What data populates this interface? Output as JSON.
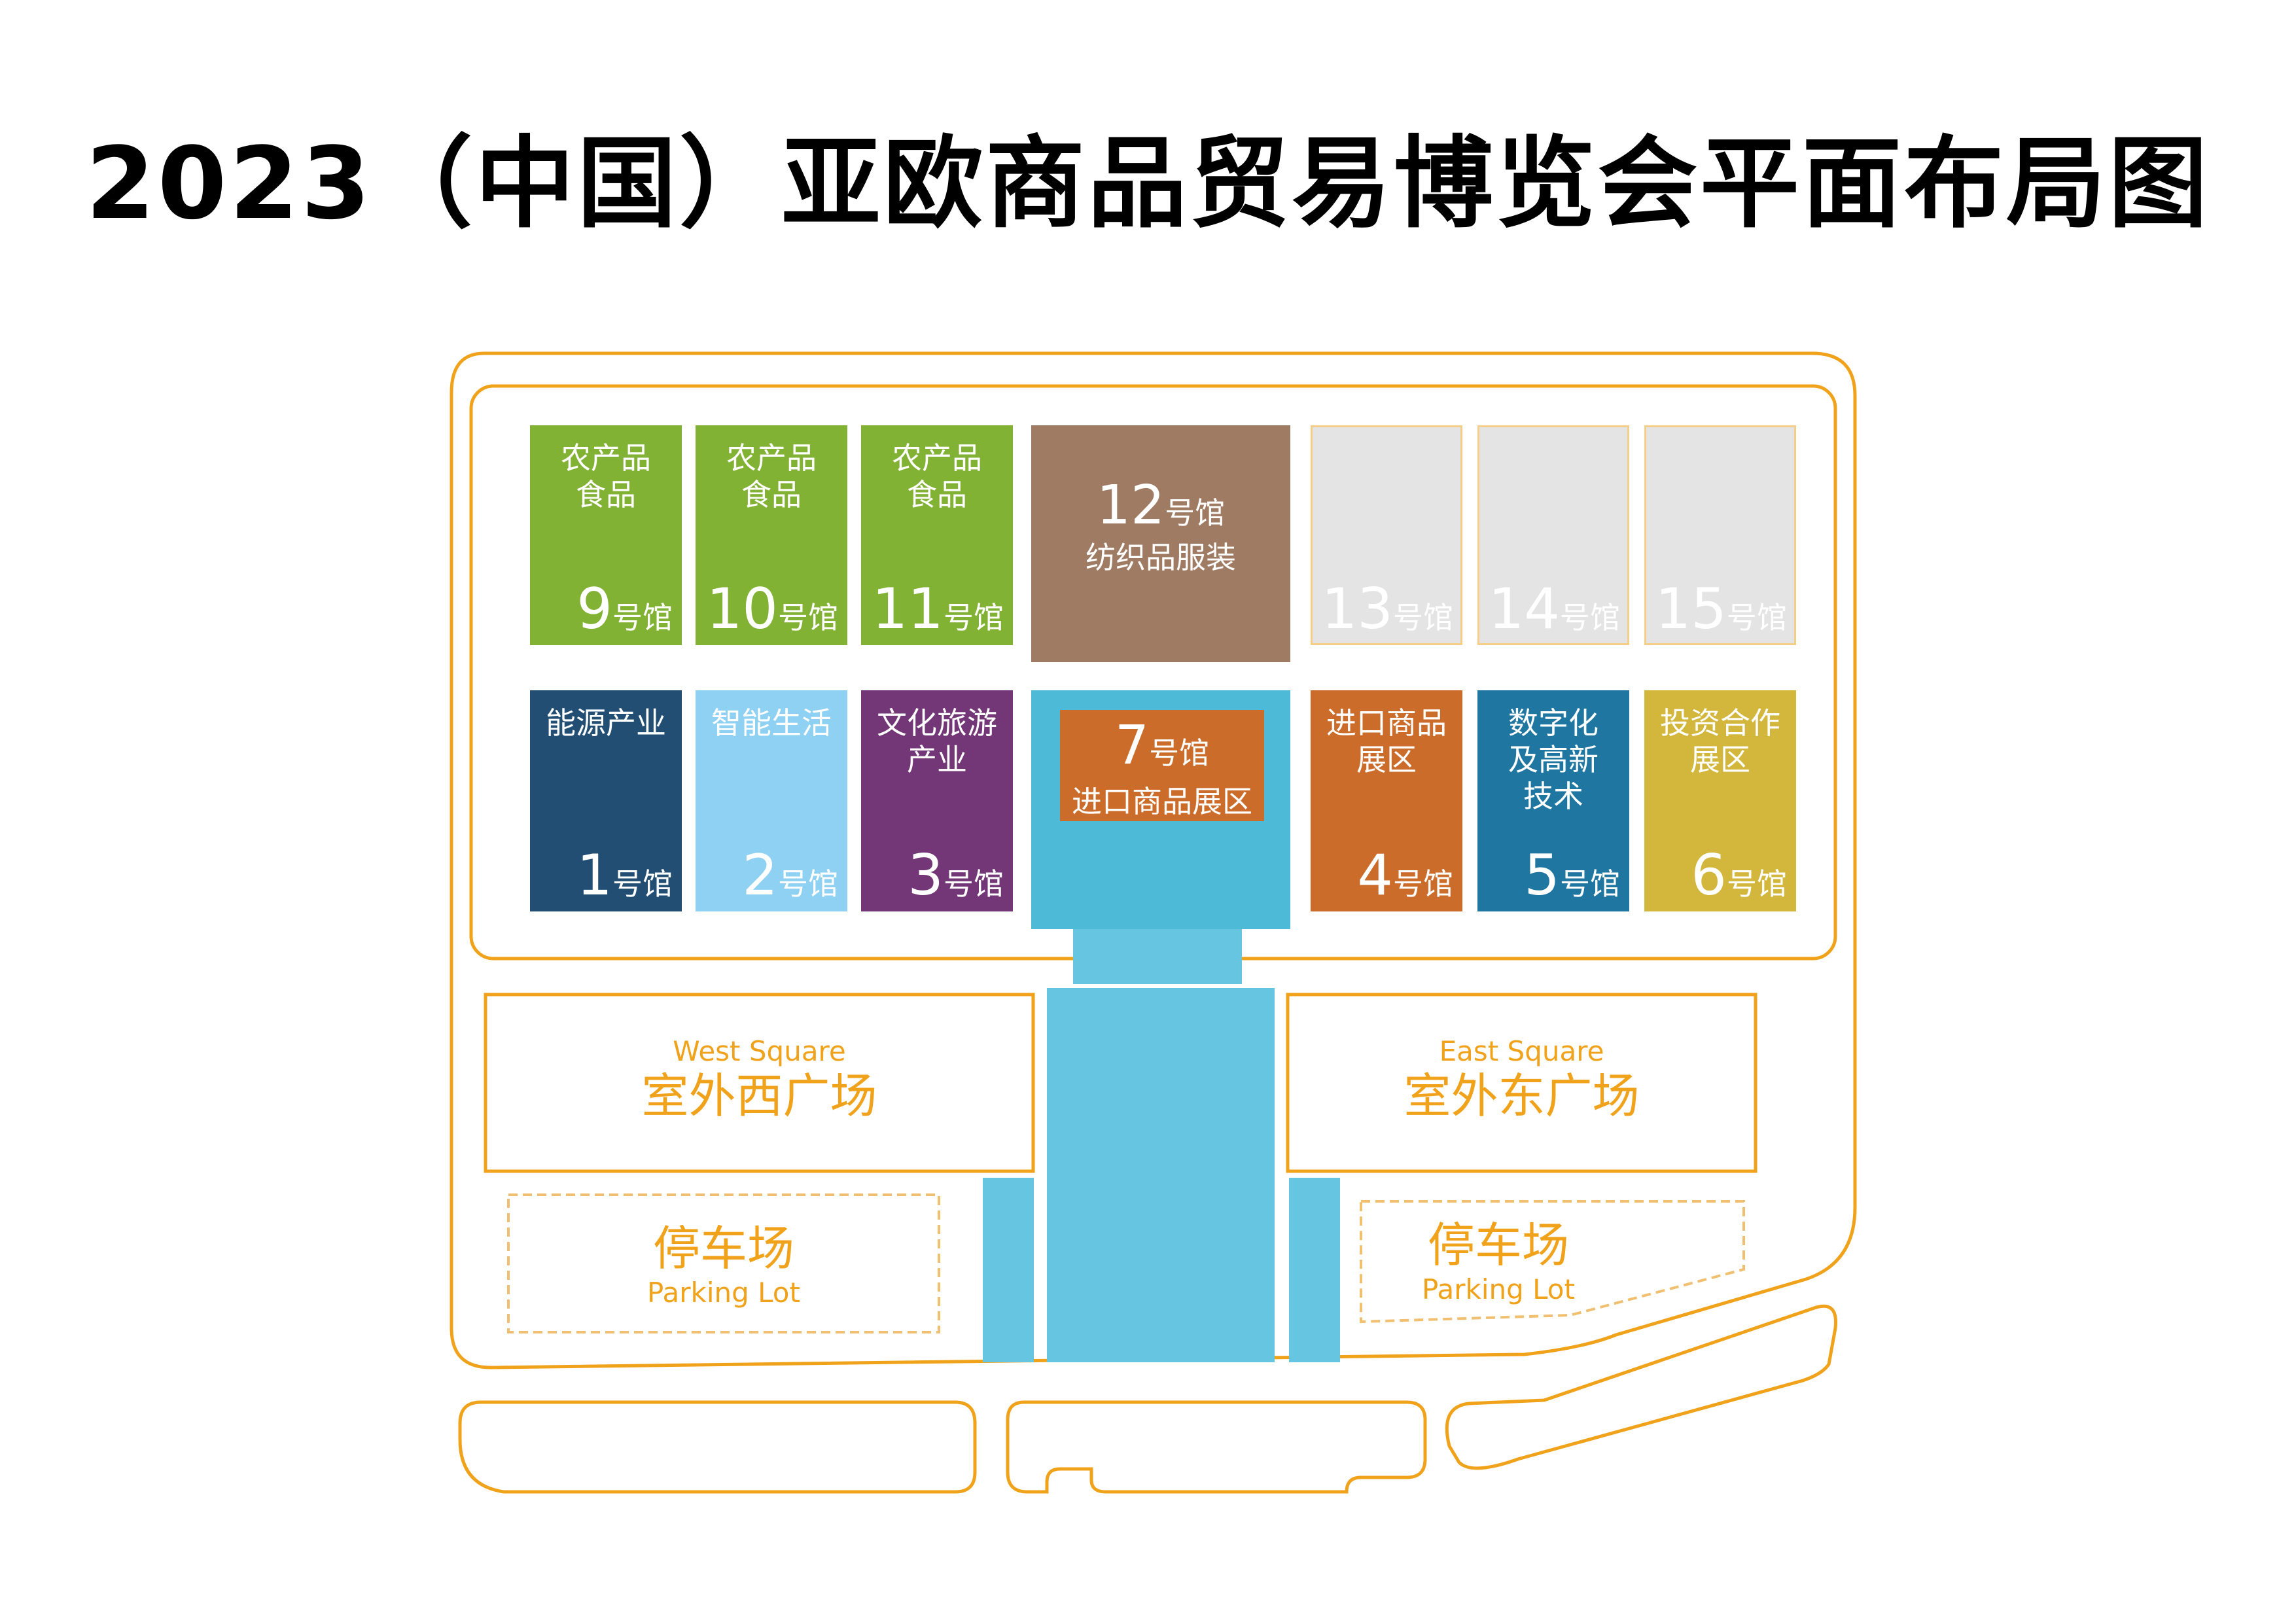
{
  "title": "2023（中国）亚欧商品贸易博览会平面布局图",
  "colors": {
    "outline": "#f0a21b",
    "green": "#82b234",
    "brown": "#a07b63",
    "gray": "#e4e4e4",
    "navy": "#224e74",
    "lightblue": "#8ed1f3",
    "purple": "#733778",
    "orange": "#cb6c2a",
    "teal": "#1f76a0",
    "olive": "#d2b73c",
    "cyan": "#4dbbd8",
    "corridor": "#66c6e2"
  },
  "halls": {
    "h9": {
      "label": "农产品\n食品",
      "num": "9",
      "suffix": "号馆"
    },
    "h10": {
      "label": "农产品\n食品",
      "num": "10",
      "suffix": "号馆"
    },
    "h11": {
      "label": "农产品\n食品",
      "num": "11",
      "suffix": "号馆"
    },
    "h12": {
      "label": "纺织品服装",
      "num": "12",
      "suffix": "号馆"
    },
    "h13": {
      "label": "",
      "num": "13",
      "suffix": "号馆"
    },
    "h14": {
      "label": "",
      "num": "14",
      "suffix": "号馆"
    },
    "h15": {
      "label": "",
      "num": "15",
      "suffix": "号馆"
    },
    "h1": {
      "label": "能源产业",
      "num": "1",
      "suffix": "号馆"
    },
    "h2": {
      "label": "智能生活",
      "num": "2",
      "suffix": "号馆"
    },
    "h3": {
      "label": "文化旅游\n产业",
      "num": "3",
      "suffix": "号馆"
    },
    "h7": {
      "label": "进口商品展区",
      "num": "7",
      "suffix": "号馆"
    },
    "h4": {
      "label": "进口商品\n展区",
      "num": "4",
      "suffix": "号馆"
    },
    "h5": {
      "label": "数字化\n及高新\n技术",
      "num": "5",
      "suffix": "号馆"
    },
    "h6": {
      "label": "投资合作\n展区",
      "num": "6",
      "suffix": "号馆"
    }
  },
  "squares": {
    "west": {
      "en": "West Square",
      "zh": "室外西广场"
    },
    "east": {
      "en": "East Square",
      "zh": "室外东广场"
    }
  },
  "parking": {
    "west": {
      "zh": "停车场",
      "en": "Parking Lot"
    },
    "east": {
      "zh": "停车场",
      "en": "Parking Lot"
    }
  }
}
